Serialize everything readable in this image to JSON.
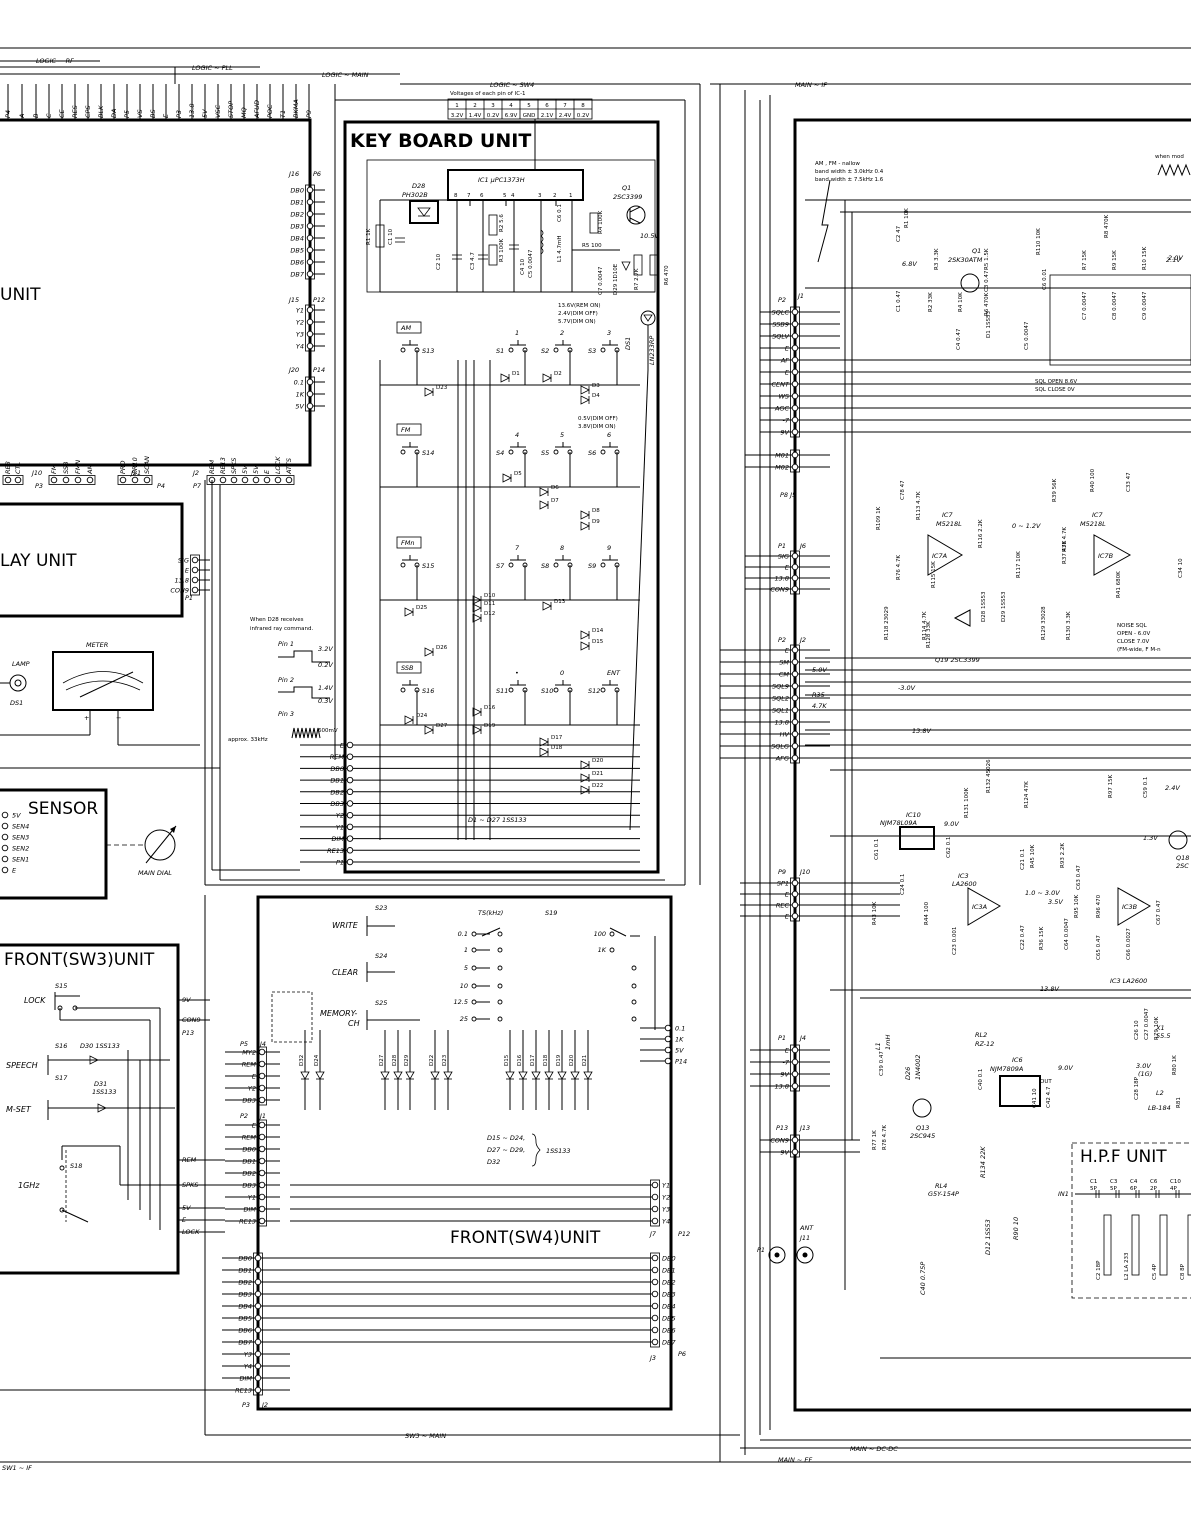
{
  "cables": {
    "logic_rf": "LOGIC ~ RF",
    "logic_pll": "LOGIC ~ PLL",
    "logic_main": "LOGIC ~ MAIN",
    "logic_sw4": "LOGIC ~ SW4",
    "main_if": "MAIN ~ IF",
    "sw3_main": "SW3 ~ MAIN",
    "main_dcdc": "MAIN ~ DC-DC",
    "main_ef": "MAIN ~ EF",
    "sw1_if": "SW1 ~ IF"
  },
  "units": {
    "logic_unit": "UNIT",
    "display_unit": "LAY UNIT",
    "keyboard": "KEY BOARD UNIT",
    "sensor": "SENSOR",
    "front_sw3": "FRONT(SW3)UNIT",
    "front_sw4": "FRONT(SW4)UNIT",
    "hpf": "H.P.F UNIT",
    "meter": "METER",
    "main_dial": "MAIN DIAL",
    "lamp": "LAMP",
    "lamp_ref": "DS1"
  },
  "top_bus": [
    "P4",
    "A",
    "B",
    "C",
    "CE",
    "RES",
    "CPS",
    "BLK",
    "DA",
    "P5",
    "VS",
    "BS",
    "E",
    "P3",
    "13.8",
    "5V",
    "VSC",
    "STOP",
    "MQ",
    "AFUD",
    "POC",
    "T1",
    "BKMA",
    "P9"
  ],
  "voltage_table": {
    "title": "Voltages of each pin of IC-1",
    "pins": [
      "1",
      "2",
      "3",
      "4",
      "5",
      "6",
      "7",
      "8"
    ],
    "values": [
      "3.2V",
      "1.4V",
      "0.2V",
      "6.9V",
      "GND",
      "2.1V",
      "2.4V",
      "0.2V"
    ]
  },
  "connectors": {
    "j16_label": "J16",
    "p6_label": "P6",
    "j16_pins": [
      "DB0",
      "DB1",
      "DB2",
      "DB3",
      "DB4",
      "DB5",
      "DB6",
      "DB7"
    ],
    "j15_label": "J15",
    "p12_label": "P12",
    "j15_pins": [
      "Y1",
      "Y2",
      "Y3",
      "Y4"
    ],
    "j20_label": "J20",
    "p14_label": "P14",
    "j20_pins": [
      "0.1",
      "1K",
      "5V"
    ],
    "j10_label": "J10",
    "p3_label": "P3",
    "j10_pins": [
      "FM",
      "SSB",
      "FMN",
      "AM"
    ],
    "j21_label": "J21",
    "p4_label": "P4",
    "j21_pins": [
      "PRO",
      "PR10",
      "SCAN"
    ],
    "j2_label": "J2",
    "p7_label": "P7",
    "j2_pins": [
      "REM",
      "RE13",
      "SPKS",
      "5V",
      "5V",
      "E",
      "LOCK",
      "ATTS"
    ],
    "left_pins": [
      "RE8",
      "CTL"
    ],
    "disp_pins": [
      "SIG",
      "E",
      "13.8",
      "CON9"
    ],
    "disp_p": "P1"
  },
  "keyboard": {
    "ic1": "IC1  µPC1373H",
    "d28": "D28",
    "d28_part": "PH302B",
    "q1": "Q1",
    "q1_part": "2SC3399",
    "ds1": "DS1",
    "ds1_part": "LN233RP",
    "volt_105": "10.5V",
    "rem_note": [
      "13.6V(REM ON)",
      "2.4V(DIM OFF)",
      "5.7V(DIM ON)"
    ],
    "dim_note": [
      "0.5V(DIM OFF)",
      "3.8V(DIM ON)"
    ],
    "comp_r1": "R1 1K",
    "comp_c1": "C1 10",
    "comp_c2": "C2 10",
    "comp_c3": "C3 4.7",
    "comp_r2": "R2 5.6",
    "comp_r3": "R3 100K",
    "comp_c4": "C4 10",
    "comp_c5": "C5 0.0047",
    "comp_c6": "C6 0.1",
    "comp_l1": "L1 4.7mH",
    "comp_r4": "R4 100K",
    "comp_r5": "R5 100",
    "comp_c7": "C7 0.0047",
    "comp_d29": "D29 1D10E",
    "comp_r7": "R7 2.7K",
    "comp_r6": "R6 470",
    "keys": [
      {
        "name": "AM",
        "sw": "S13"
      },
      {
        "name": "1",
        "sw": "S1"
      },
      {
        "name": "2",
        "sw": "S2"
      },
      {
        "name": "3",
        "sw": "S3"
      },
      {
        "name": "FM",
        "sw": "S14"
      },
      {
        "name": "4",
        "sw": "S4"
      },
      {
        "name": "5",
        "sw": "S5"
      },
      {
        "name": "6",
        "sw": "S6"
      },
      {
        "name": "FMn",
        "sw": "S15"
      },
      {
        "name": "7",
        "sw": "S7"
      },
      {
        "name": "8",
        "sw": "S8"
      },
      {
        "name": "9",
        "sw": "S9"
      },
      {
        "name": "SSB",
        "sw": "S16"
      },
      {
        "name": "•",
        "sw": "S11"
      },
      {
        "name": "0",
        "sw": "S10"
      },
      {
        "name": "ENT",
        "sw": "S12"
      }
    ],
    "bus": [
      "E",
      "REM",
      "DB0",
      "DB1",
      "DB2",
      "DB3",
      "Y2",
      "Y1",
      "DIM",
      "RE13",
      "P1"
    ],
    "diode_note": "D1 ~ D27  1SS133",
    "diodes": [
      "D1",
      "D2",
      "D3",
      "D4",
      "D5",
      "D6",
      "D7",
      "D8",
      "D9",
      "D10",
      "D11",
      "D12",
      "D13",
      "D14",
      "D15",
      "D16",
      "D17",
      "D18",
      "D19",
      "D20",
      "D21",
      "D22",
      "D23",
      "D24",
      "D25",
      "D26",
      "D27"
    ]
  },
  "ir_note": {
    "line1": "When D28 receives",
    "line2": "infrared ray command.",
    "pin1": "Pin 1",
    "pin1_hi": "3.2V",
    "pin1_lo": "0.2V",
    "pin2": "Pin 2",
    "pin2_hi": "1.4V",
    "pin2_lo": "0.3V",
    "pin3": "Pin 3",
    "freq": "approx. 33kHz",
    "amp": "600mV"
  },
  "sensor_pins": [
    "5V",
    "SEN4",
    "SEN3",
    "SEN2",
    "SEN1",
    "E"
  ],
  "sw3": {
    "s15": "S15",
    "lock": "LOCK",
    "s16": "S16",
    "speech": "SPEECH",
    "d30": "D30  1SS133",
    "s17": "S17",
    "mset": "M-SET",
    "d31": "D31",
    "d31_part": "1SS133",
    "ghz": "1GHz",
    "s18": "S18",
    "right_pins": [
      "9V",
      "CON9",
      "P13"
    ],
    "right_pins2": [
      "REM",
      "SPKS",
      "5V",
      "E",
      "LOCK"
    ]
  },
  "sw4": {
    "s23": "S23",
    "write": "WRITE",
    "s24": "S24",
    "clear": "CLEAR",
    "s25": "S25",
    "memory": "MEMORY-",
    "memory2": "CH",
    "ts": "TS(kHz)",
    "s19": "S19",
    "ts_vals": [
      "0.1",
      "1",
      "5",
      "10",
      "12.5",
      "25"
    ],
    "step_vals": [
      "100",
      "1K"
    ],
    "p5_label": "P5",
    "j4_label": "J4",
    "p5_pins": [
      "MY2",
      "REM",
      "E",
      "Y2",
      "DB3"
    ],
    "j1_label": "J1",
    "p2_label": "P2",
    "j1_pins": [
      "E",
      "REM",
      "DB0",
      "DB1",
      "DB2",
      "DB3",
      "Y1",
      "DIM",
      "RE13"
    ],
    "p14_pins": [
      "0.1",
      "1K",
      "5V",
      "P14"
    ],
    "p12_pins": [
      "Y1",
      "Y2",
      "Y3",
      "Y4"
    ],
    "j7": "J7",
    "p12": "P12",
    "db_pins": [
      "DB0",
      "DB1",
      "DB2",
      "DB3",
      "DB4",
      "DB5",
      "DB6",
      "DB7"
    ],
    "j3": "J3",
    "p6": "P6",
    "left_bus": [
      "DB0",
      "DB1",
      "DB2",
      "DB3",
      "DB4",
      "DB5",
      "DB6",
      "DB7",
      "Y3",
      "Y4",
      "DIM",
      "RE13"
    ],
    "p3": "P3",
    "j2": "J2",
    "diodes_a": [
      "D32",
      "D24"
    ],
    "diodes_b": [
      "D27",
      "D28",
      "D29",
      "D22",
      "D23"
    ],
    "diodes_c": [
      "D15",
      "D16",
      "D17",
      "D18",
      "D19",
      "D20",
      "D21"
    ],
    "note1": "D15 ~ D24,",
    "note2": "D27 ~ D29,",
    "note3": "D32",
    "note_part": "1SS133"
  },
  "main": {
    "bw_note": [
      "AM , FM - nallow",
      "band width ± 3.0kHz 0.4",
      "band width ± 7.5kHz 1.6"
    ],
    "corner_note": "when mod",
    "p2_label": "P2",
    "j1_label": "J1",
    "p2_pins": [
      "SQLC",
      "SSB9",
      "SQLV",
      "E",
      "AF",
      "E",
      "CENT",
      "WS",
      "AGC",
      "-7",
      "9V"
    ],
    "m_pins": [
      "M01",
      "M02"
    ],
    "p8j5": "P8  J5",
    "p1j6": [
      "P1",
      "J6"
    ],
    "j6_pins": [
      "SIG",
      "E",
      "13.8",
      "CON9"
    ],
    "p2j2": [
      "P2",
      "J2"
    ],
    "j2_pins": [
      "E",
      "SM",
      "CM",
      "SQL9",
      "SQL2",
      "SQL1",
      "13.8",
      "HV",
      "SQLG",
      "AFG"
    ],
    "p9j10": [
      "P9",
      "J10"
    ],
    "j10_pins": [
      "SP1",
      "E",
      "REC",
      "E"
    ],
    "p1j4": [
      "P1",
      "J4"
    ],
    "j4_pins": [
      "E",
      "-7",
      "9V",
      "13.8"
    ],
    "p13j13": [
      "P13",
      "J13"
    ],
    "j13_pins": [
      "CON9",
      "9V"
    ],
    "j11": "J11",
    "ant": "ANT",
    "p1": "P1",
    "r35": "R35",
    "r35v": "4.7K",
    "v50": "5.0V",
    "vm30": "-3.0V",
    "v138": "13.8V",
    "q1": "Q1",
    "q1_part": "2SK30ATM",
    "v68": "6.8V",
    "sql_open": "SQL OPEN 8.6V",
    "sql_close": "SQL CLOSE  0V",
    "ic7": "IC7",
    "ic7_part": "M5218L",
    "ic7a": "IC7A",
    "ic7b": "IC7B",
    "q19": "Q19  2SC3399",
    "noise_sql": [
      "NOISE SQL",
      "OPEN - 6.0V",
      "CLOSE 7.0V",
      "(FM-wide, F M-n"
    ],
    "ic10": "IC10",
    "ic10_part": "NJM78L09A",
    "v90": "9.0V",
    "ic3": "IC3",
    "ic3_part": "LA2600",
    "ic3a": "IC3A",
    "ic3b": "IC3B",
    "ic3_footer": "IC3  LA2600",
    "ic6": "IC6",
    "ic6_part": "NJM7809A",
    "ic6_out": "OUT",
    "q13": "Q13",
    "q13_part": "2SC945",
    "q18": "Q18",
    "q18_part": "2SC",
    "rl2": "RL2",
    "rl2_part": "RZ-12",
    "rl4": "RL4",
    "rl4_part": "G5Y-154P",
    "d26": "D26",
    "d26_part": "1N4002",
    "l1": "L1",
    "l1_part": "1mH",
    "l2": "L2",
    "l2_part": "LB-184",
    "x1": "X1",
    "x1_part": "55.5",
    "in1": "IN1",
    "hpf_parts": [
      "C1 5P",
      "C3 5P",
      "C4 6P",
      "C6 2P",
      "C10 4P"
    ],
    "hpf_parts2": [
      "C2 18P",
      "L2 LA 233",
      "C5 4P",
      "C8 8P"
    ],
    "c40": "C40 0.75P",
    "d12": "D12 1SS53",
    "r134": "R134 22K",
    "r90": "R90 10",
    "parts": [
      "R1 10K",
      "C2 47",
      "R3 3.3K",
      "R5 1.5K",
      "R110 10K",
      "R8 470K",
      "R7 15K",
      "R9 15K",
      "R10 15K",
      "C1 0.47",
      "R2 33K",
      "C3 0.47",
      "C6 0.01",
      "C7 0.0047",
      "C8 0.0047",
      "C9 0.0047",
      "R4 10K",
      "R6 470K",
      "D1 1SS53",
      "C4 0.47",
      "C5 0.0047",
      "R109 1K",
      "C78 47",
      "R113 4.7K",
      "R39 56K",
      "R40 100",
      "C33 47",
      "R76 4.7K",
      "R116 2.2K",
      "R115 15K",
      "D28 1SS53",
      "D29 1SS53",
      "R117 10K",
      "R38 4.7K",
      "R37 47K",
      "R41 680K",
      "C34 10",
      "R118 23029",
      "R114 4.7K",
      "R128 33K",
      "R129 33028",
      "R130 3.3K",
      "R132 45026",
      "R124 47K",
      "R131 100K",
      "C61 0.1",
      "C62 0.1",
      "R45 10K",
      "R93 2.2K",
      "C63 0.47",
      "R97 15K",
      "C59 0.1",
      "R43 10K",
      "C24 0.1",
      "R44 100",
      "C21 0.1",
      "R36 15K",
      "C22 0.47",
      "C23 0.001",
      "C64 0.0047",
      "R95 10K",
      "R96 470",
      "C65 0.47",
      "C66 0.0027",
      "C67 0.47",
      "C39 0.47",
      "C40 0.1",
      "C41 10",
      "C42 4.7",
      "R77 1K",
      "R78 4.7K",
      "C26 10",
      "C27 0.0047",
      "R79 10K",
      "C28 18P",
      "R80 1K",
      "R81"
    ],
    "v21": "2.1V",
    "v20": "2.0V",
    "v0_12": "0 ~ 1.2V",
    "v10_30": "1.0 ~ 3.0V",
    "v35": "3.5V",
    "v13": "1.3V",
    "v24": "2.4V",
    "v30": "3.0V",
    "v1g": "(1G)",
    "v138b": "13.8V"
  }
}
